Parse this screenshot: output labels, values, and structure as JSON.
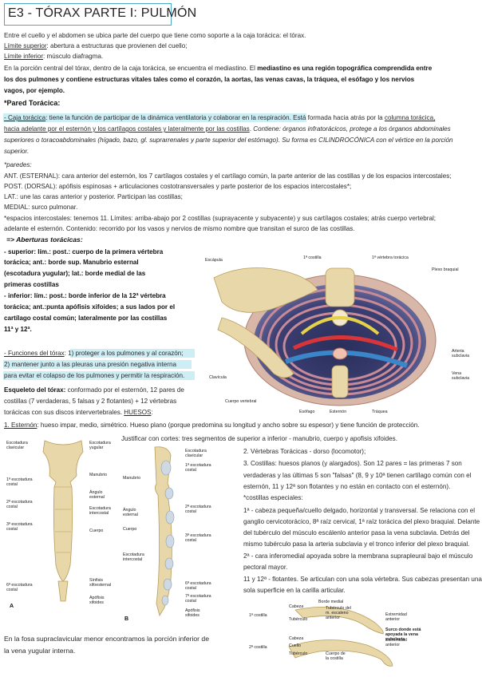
{
  "title": "E3 - TÓRAX PARTE I: PULMÓN",
  "lines": {
    "l1": "Entre el cuello y el abdomen se ubica parte del cuerpo que tiene como soporte a la caja torácica: el tórax.",
    "l2a": "Límite superior",
    "l2b": ": abertura a estructuras que provienen del cuello;",
    "l3a": "Límite inferior",
    "l3b": ": músculo diafragma.",
    "l4a": "En la porción central del tórax, dentro de la caja torácica, se encuentra el mediastino. El ",
    "l4b": "mediastino es una región topográfica comprendida entre",
    "l5": "los dos pulmones y contiene estructuras vitales tales como el corazón, la aortas, las venas cavas, la tráquea, el esófago y los nervios",
    "l6": "vagos, por ejemplo.",
    "l7": "*Pared Torácica:",
    "l8a": "- Caja torácica",
    "l8b": ": tiene la función de participar de la dinámica ventilatoria y colaborar en la respiración.",
    "l8c": " Está formada hacia atrás por la ",
    "l8d": "columna torácica,",
    "l9a": "hacia adelante por el esternón y los cartílagos costales y lateralmente por las costillas",
    "l9b": ". ",
    "l9c": "Contiene: órganos infratorácicos, protege a los órganos abdominales",
    "l10": "superiores o toracoabdominales (hígado, bazo, gl. suprarrenales y parte superior del estómago). Su forma es CILINDROCÓNICA con el vértice en la porción",
    "l11": "superior.",
    "l12": "*paredes:",
    "l13": "ANT. (ESTERNAL): cara anterior del esternón, los 7 cartílagos costales y el cartílago común, la parte anterior de las costillas y de los espacios intercostales;",
    "l14": "POST. (DORSAL): apófisis espinosas + articulaciones costotransversales y parte posterior de los espacios intercostales*;",
    "l15": "LAT.: une las caras anterior y posterior. Participan las costillas;",
    "l16": "MEDIAL: surco pulmonar.",
    "l17": "*espacios intercostales: tenemos 11. Límites: arriba-abajo por 2 costillas (suprayacente y subyacente) y sus cartílagos costales; atrás cuerpo vertebral;",
    "l18": "adelante el esternón. Contenido: recorrido por los vasos y nervios de mismo nombre que transitan el surco de las costillas.",
    "l19": "=> Aberturas torácicas:",
    "l20": "- superior: lím.: post.: cuerpo de la primera vértebra",
    "l21": "torácica; ant.: borde sup. Manubrio esternal",
    "l22": "(escotadura yugular); lat.: borde medial de las",
    "l23": "primeras costillas",
    "l24": "- inferior: lím.: post.: borde inferior de la 12ª vértebra",
    "l25": "torácica; ant.:punta apófisis xifoides; a sus lados por el",
    "l26": "cartílago costal común; lateralmente por las costillas",
    "l27": "11ª y 12ª.",
    "l28a": "- Funciones del tórax",
    "l28b": ": 1) proteger a los pulmones y al corazón;",
    "l29": "2) mantener junto a las pleuras una presión negativa interna",
    "l30": "para evitar el colapso de los pulmones y permitir la respiración.",
    "l31a": "Esqueleto del tórax:",
    "l31b": " conformado por el esternón, 12 pares de",
    "l32": "costillas (7 verdaderas, 5 falsas y 2 flotantes) + 12 vértebras",
    "l33a": "torácicas con sus discos intervertebrales. ",
    "l33b": "HUESOS",
    "l33c": ":",
    "l34a": "1. Esternón",
    "l34b": ": hueso impar, medio, simétrico. Hueso plano (porque predomina su longitud y ancho sobre su espesor) y tiene función de protección.",
    "l35": "Justificar con cortes: tres segmentos de superior a inferior - manubrio, cuerpo y apofisis xifoides.",
    "r1": "2. Vértebras Torácicas  - dorso (locomotor);",
    "r2": "3. Costillas: huesos planos (y alargados).  Son 12 pares = las primeras 7 son",
    "r3": "verdaderas y las últimas 5 son \"falsas\" (8, 9 y 10ª tienen cartílago común con el",
    "r4": "esternón, 11 y 12ª son flotantes y no están en contacto con el esternón).",
    "r5": "*costillas especiales:",
    "r6": "1ª - cabeza pequeña/cuello delgado, horizontal y transversal. Se relaciona con el",
    "r7": "ganglio cervicotorácico, 8ª raíz cervical, 1ª raíz torácica del plexo braquial. Delante",
    "r8": "del tubérculo del músculo escálenlo anterior pasa la vena subclavia. Detrás del",
    "r9": "mismo tubérculo pasa la arteria subclavia y el tronco inferior del plexo braquial.",
    "r10": "2ª - cara inferomedial apoyada sobre la membrana suprapleural bajo el músculo",
    "r11": "pectoral mayor.",
    "r12": "11 y 12ª - flotantes. Se articulan con una sola vértebra. Sus cabezas presentan una",
    "r13": "sola superficie en la carilla articular.",
    "f1": "En la fosa supraclavicular menor encontramos la porción inferior de",
    "f2": "la vena yugular interna."
  },
  "figure_thorax": {
    "labels": {
      "escapula": "Escápula",
      "costilla1": "1ª costilla",
      "vertebra1": "1ª vértebra torácica",
      "plexo": "Plexo braquial",
      "clavicula": "Clavícula",
      "arteria": "Arteria subclavia",
      "vena": "Vena subclavia",
      "cuerpo_vertebral": "Cuerpo vertebral",
      "esofago": "Esófago",
      "esternon": "Esternón",
      "traquea": "Tráquea"
    }
  },
  "figure_sternum_a": {
    "letter": "A",
    "labels": {
      "escotadura_clavicular": "Escotadura clavicular",
      "escotadura_yugular": "Escotadura yugular",
      "manubrio": "Manubrio",
      "costal1": "1ª escotadura costal",
      "angulo": "Ángulo esternal",
      "costal2": "2ª escotadura costal",
      "intercostal": "Escotadura intercostal",
      "costal3": "3ª escotadura costal",
      "cuerpo": "Cuerpo",
      "sinfisis": "Sínfisis xifoesternal",
      "costal6": "6ª escotadura costal",
      "xifoides": "Apófisis xifoides"
    }
  },
  "figure_sternum_b": {
    "letter": "B",
    "labels": {
      "escotadura_clavicular": "Escotadura clavicular",
      "manubrio": "Manubrio",
      "costal1": "1ª escotadura costal",
      "angulo": "Ángulo esternal",
      "costal2": "2ª escotadura costal",
      "cuerpo": "Cuerpo",
      "costal3": "3ª escotadura costal",
      "intercostal": "Escotadura intercostal",
      "costal6": "6ª escotadura costal",
      "costal7": "7ª escotadura costal",
      "xifoides": "Apófisis xifoides"
    }
  },
  "figure_rib": {
    "labels": {
      "borde_medial": "Borde medial",
      "cabeza": "Cabeza",
      "tuberculo_escaleno": "Tubérculo del m. escaleno anterior",
      "tuberculo": "Tubérculo",
      "extremidad_anterior": "Extremidad anterior",
      "costilla1": "1ª costilla",
      "surco": "Surco donde está apoyada la vena subclavia",
      "cabeza2": "Cabeza",
      "cuello": "Cuello",
      "extremidad_anterior2": "Extremidad anterior",
      "costilla2": "2ª costilla",
      "tuberculo2": "Tubérculo",
      "cuerpo": "Cuerpo de la costilla"
    }
  }
}
